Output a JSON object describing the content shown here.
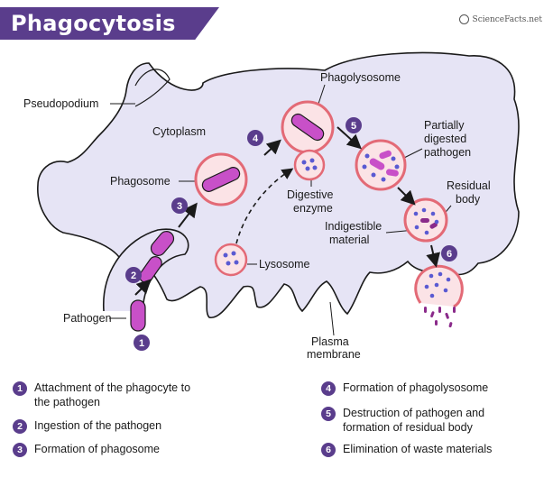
{
  "title": "Phagocytosis",
  "brand": "ScienceFacts.net",
  "labels": {
    "pseudopodium": "Pseudopodium",
    "cytoplasm": "Cytoplasm",
    "phagosome": "Phagosome",
    "phagolysosome": "Phagolysosome",
    "digestive_enzyme_1": "Digestive",
    "digestive_enzyme_2": "enzyme",
    "partially_1": "Partially",
    "partially_2": "digested",
    "partially_3": "pathogen",
    "residual_1": "Residual",
    "residual_2": "body",
    "indigestible_1": "Indigestible",
    "indigestible_2": "material",
    "lysosome": "Lysosome",
    "pathogen": "Pathogen",
    "plasma_1": "Plasma",
    "plasma_2": "membrane"
  },
  "steps": [
    "1",
    "2",
    "3",
    "4",
    "5",
    "6"
  ],
  "legend": [
    {
      "num": "1",
      "text": "Attachment of the phagocyte to\nthe pathogen"
    },
    {
      "num": "2",
      "text": "Ingestion of the pathogen"
    },
    {
      "num": "3",
      "text": "Formation of phagosome"
    },
    {
      "num": "4",
      "text": "Formation of phagolysosome"
    },
    {
      "num": "5",
      "text": "Destruction of pathogen and\nformation of residual body"
    },
    {
      "num": "6",
      "text": "Elimination of waste materials"
    }
  ],
  "colors": {
    "accent": "#5a3d8c",
    "cell_fill": "#e6e4f5",
    "vesicle_fill": "#fbe3e6",
    "vesicle_edge": "#e36a76",
    "pathogen": "#c850c8",
    "enzyme": "#5a5ad2",
    "debris": "#8a2a8a"
  }
}
